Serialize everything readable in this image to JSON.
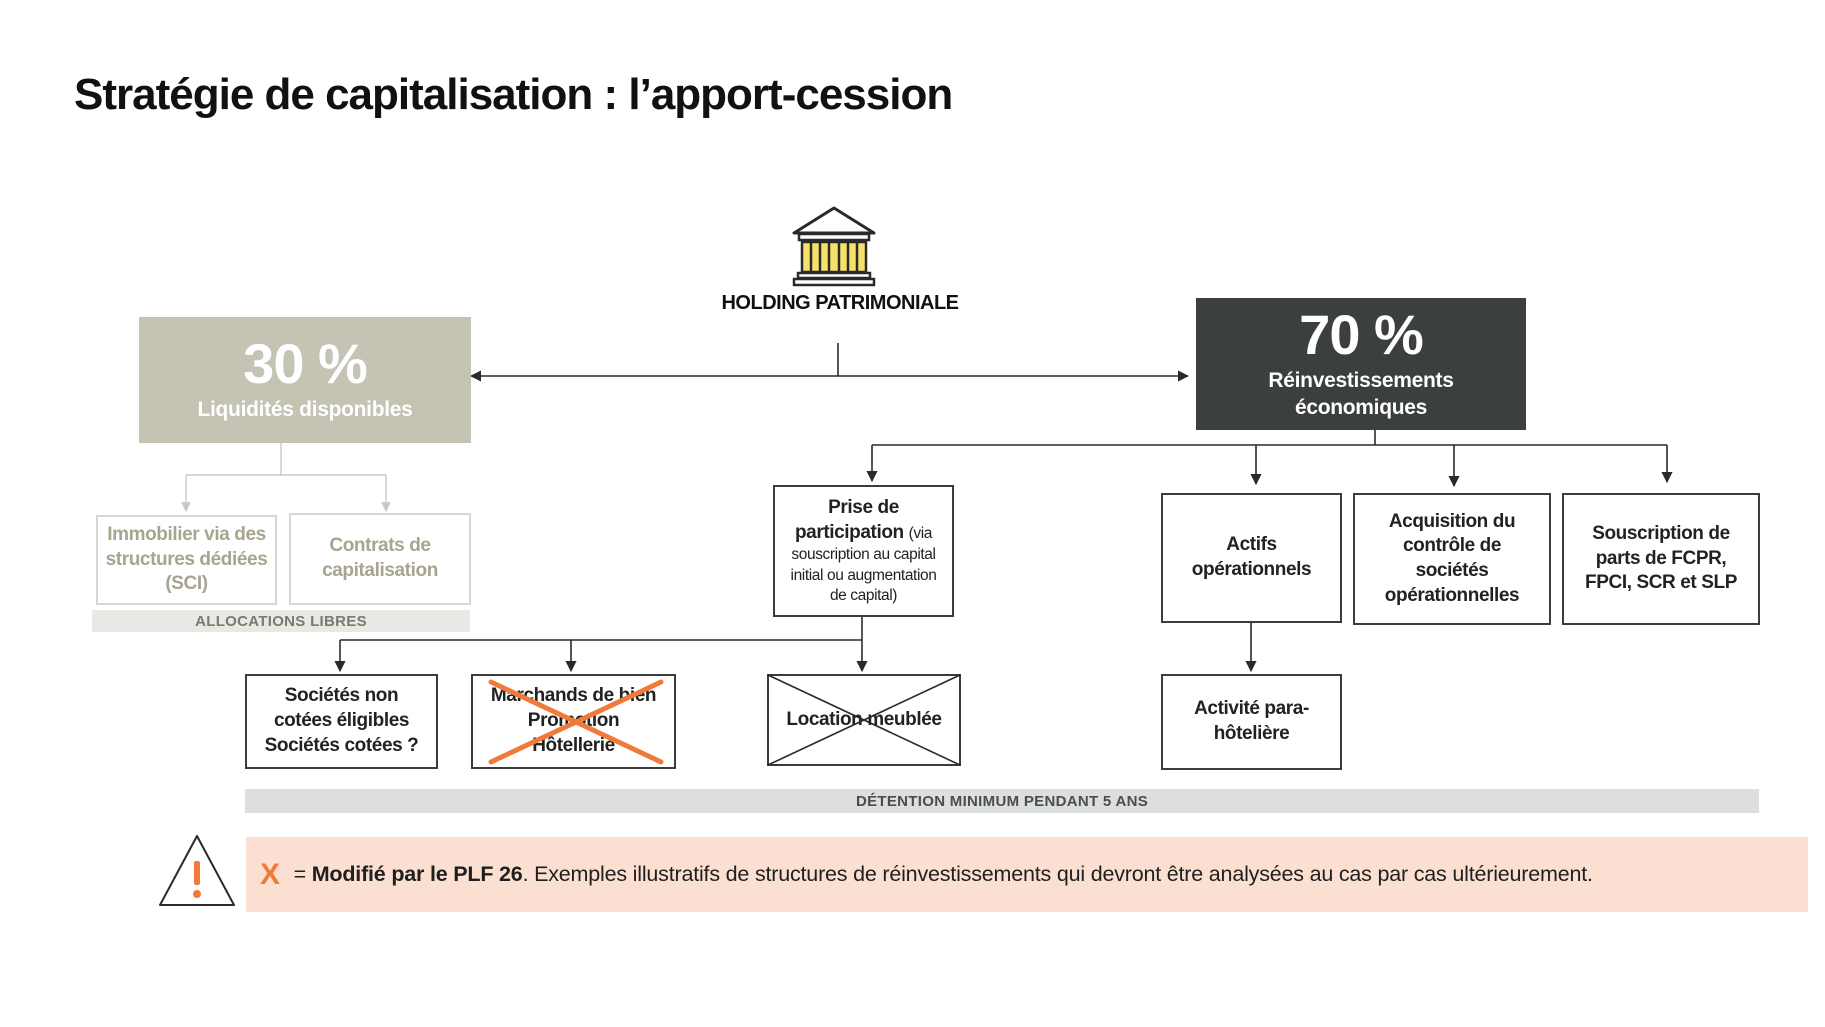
{
  "title": "Stratégie de capitalisation : l’apport-cession",
  "holding": {
    "label": "HOLDING PATRIMONIALE",
    "icon": "bank-building-icon"
  },
  "left_block": {
    "percent": "30 %",
    "label": "Liquidités disponibles",
    "color": "#c4c3b4",
    "children": [
      {
        "label": "Immobilier via des structures dédiées (SCI)"
      },
      {
        "label": "Contrats de capitalisation"
      }
    ],
    "band": "ALLOCATIONS LIBRES"
  },
  "right_block": {
    "percent": "70 %",
    "label_line1": "Réinvestissements",
    "label_line2": "économiques",
    "color": "#3c403c"
  },
  "prise": {
    "title_line1": "Prise de",
    "title_line2": "participation",
    "detail_inline": "(via",
    "detail_rest": "souscription au capital initial ou augmentation de capital)"
  },
  "prise_children": {
    "societes": {
      "line1": "Sociétés non",
      "line2": "cotées éligibles",
      "line3": "Sociétés cotées ?"
    },
    "marchands": {
      "line1": "Marchands de bien",
      "line2": "Promotion",
      "line3": "Hôtellerie"
    },
    "location": {
      "label": "Location meublée"
    }
  },
  "actifs": {
    "line1": "Actifs",
    "line2": "opérationnels"
  },
  "activite": {
    "line1": "Activité para-",
    "line2": "hôtelière"
  },
  "acquisition": {
    "line1": "Acquisition du",
    "line2": "contrôle de",
    "line3": "sociétés",
    "line4": "opérationnelles"
  },
  "souscription": {
    "line1": "Souscription de",
    "line2": "parts de FCPR,",
    "line3": "FPCI, SCR et SLP"
  },
  "detention_band": "DÉTENTION MINIMUM PENDANT 5 ANS",
  "note": {
    "marker": "X",
    "equals": " = ",
    "bold": "Modifié par le PLF 26",
    "text": ". Exemples illustratifs de structures de réinvestissements qui devront être analysées au cas par cas ultérieurement.",
    "icon": "warning-triangle-icon",
    "marker_color": "#f07a3a"
  }
}
